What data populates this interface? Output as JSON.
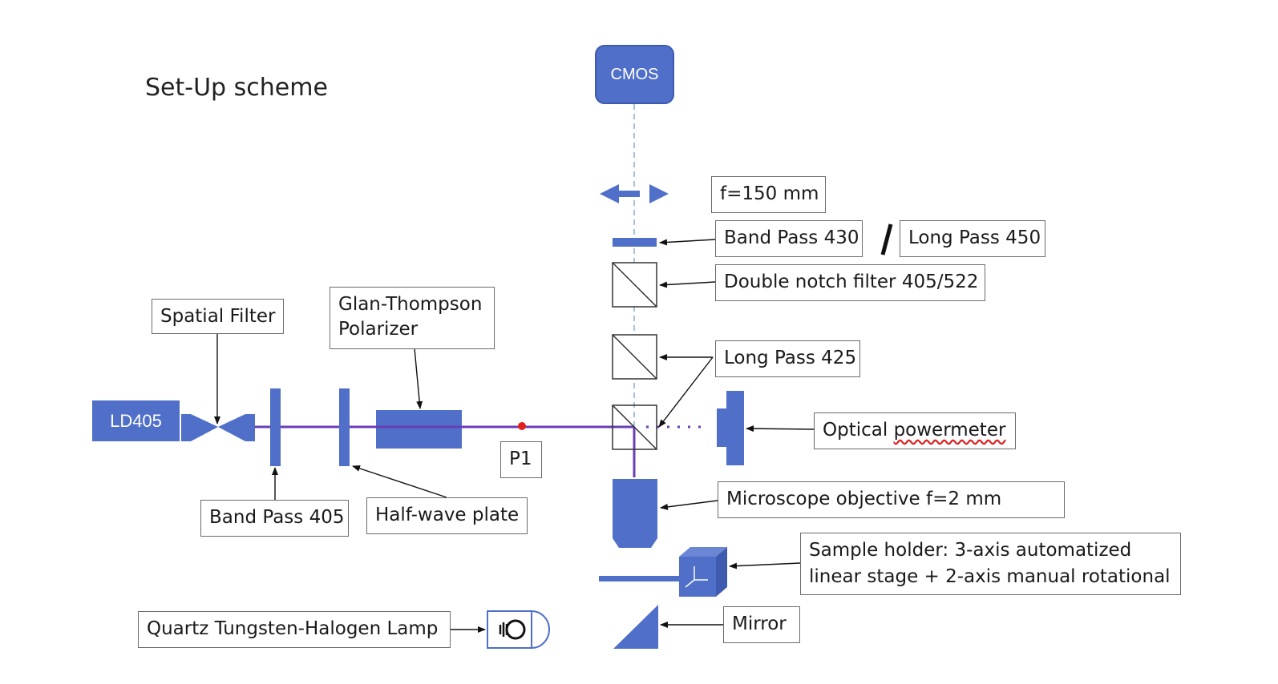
{
  "title": "Set-Up scheme",
  "components": {
    "cmos": "CMOS",
    "laser": "LD405"
  },
  "labels": {
    "lens_focal": "f=150 mm",
    "band_pass_430": "Band Pass 430",
    "separator": "/",
    "long_pass_450": "Long Pass 450",
    "double_notch": "Double notch filter 405/522",
    "spatial_filter": "Spatial Filter",
    "glan_thompson_line1": "Glan-Thompson",
    "glan_thompson_line2": "Polarizer",
    "long_pass_425": "Long Pass 425",
    "optical_powermeter_word1": "Optical",
    "optical_powermeter_word2": "powermeter",
    "p1": "P1",
    "band_pass_405": "Band Pass 405",
    "half_wave_plate": "Half-wave plate",
    "microscope_objective": "Microscope objective f=2 mm",
    "sample_holder_line1": "Sample holder: 3-axis automatized",
    "sample_holder_line2": "linear stage + 2-axis manual rotational",
    "lamp": "Quartz Tungsten-Halogen Lamp",
    "mirror": "Mirror"
  },
  "colors": {
    "component_blue": "#4f6fc9",
    "beam_purple": "#6a3fb5",
    "point_red": "#e0201c",
    "dashed_axis": "#8fb0dd",
    "label_border": "#6b6b6b"
  }
}
